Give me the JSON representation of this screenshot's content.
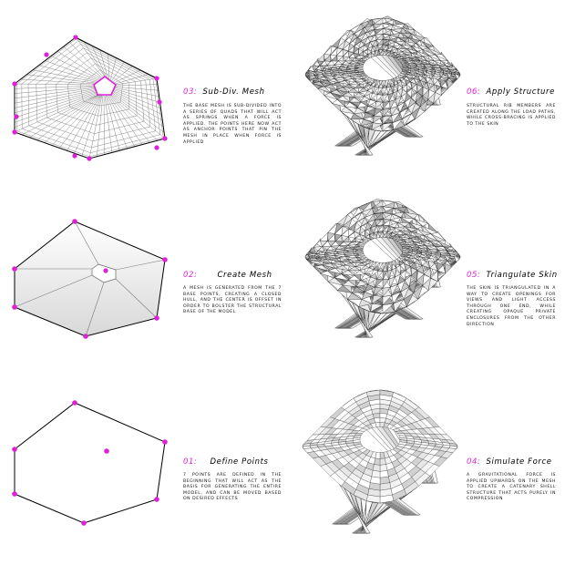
{
  "colors": {
    "accent": "#e020d8",
    "ink": "#000000",
    "mesh": "#8a8a8a"
  },
  "steps": [
    {
      "number": "01:",
      "name": "Define Points",
      "desc": "7 points are defined in the beginning that will act as the basis for generating the entire model, and can be moved based on desired effects"
    },
    {
      "number": "02:",
      "name": "Create Mesh",
      "desc": "A mesh is generated from the 7 base points, creating a closed hull, and the center is offset in order to bolster the structural base of the model"
    },
    {
      "number": "03:",
      "name": "Sub-Div. Mesh",
      "desc": "The base mesh is sub-divided into a series of quads that will act as springs when a force is applied. The points here now act as anchor points that pin the mesh in place when force is applied"
    },
    {
      "number": "04:",
      "name": "Simulate Force",
      "desc": "A gravitational force is applied upwards on the mesh to create a catenary shell structure that acts purely in compression"
    },
    {
      "number": "05:",
      "name": "Triangulate Skin",
      "desc": "The skin is triangulated in a way to create openings for views and light access through one end, while creating opaque private enclosures from the other direction"
    },
    {
      "number": "06:",
      "name": "Apply Structure",
      "desc": "Structural rib members are created along the load paths, while cross-bracing is applied to the skin"
    }
  ]
}
